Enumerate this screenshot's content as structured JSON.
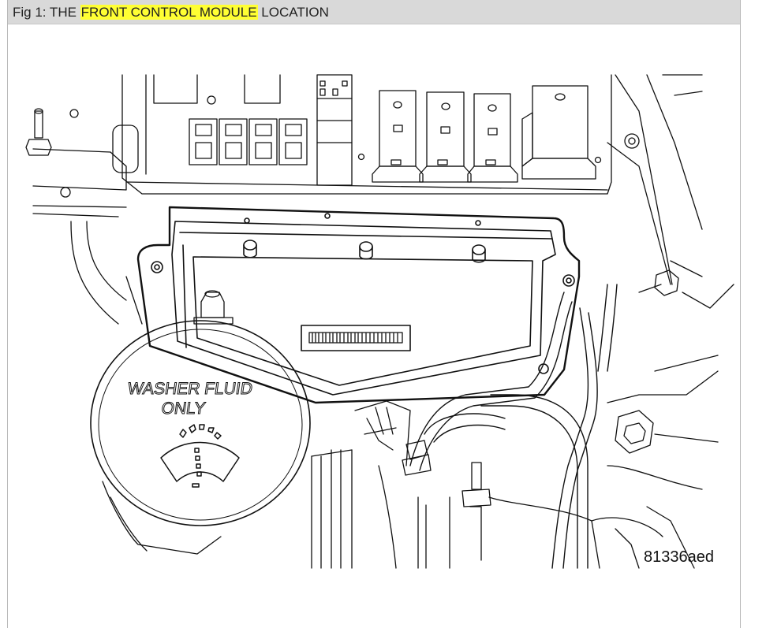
{
  "caption": {
    "prefix": "Fig 1: THE ",
    "highlight": "FRONT CONTROL MODULE",
    "suffix": " LOCATION",
    "highlight_color": "#ffff33"
  },
  "figure": {
    "cap_text_line1": "WASHER FLUID",
    "cap_text_line2": "ONLY",
    "reference_code": "81336aed"
  },
  "colors": {
    "caption_bar": "#d9d9d9",
    "line_art": "#111111"
  }
}
